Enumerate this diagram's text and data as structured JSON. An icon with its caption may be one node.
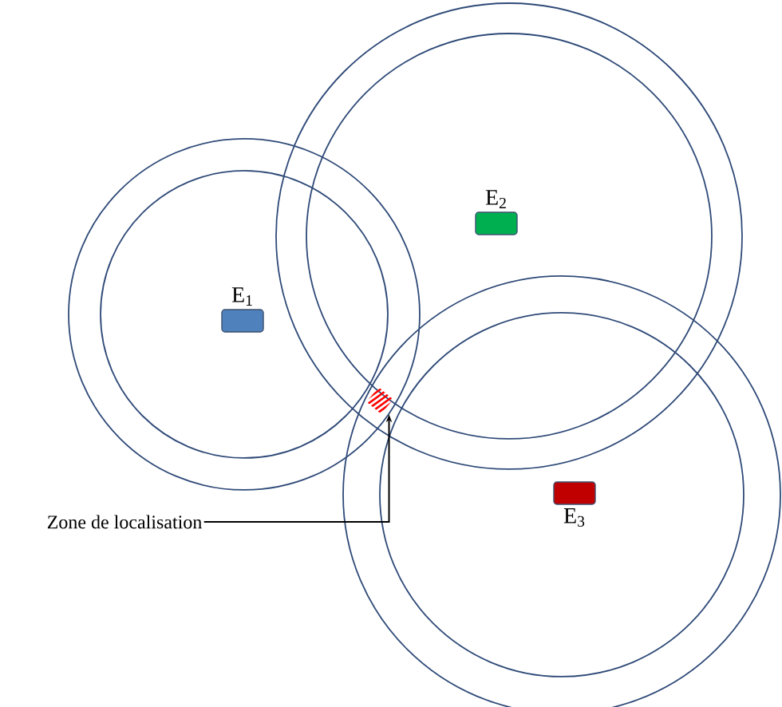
{
  "diagram": {
    "nodes": [
      {
        "text": [
          "E$_{1}$"
        ]
      },
      {
        "text": [
          "E$_{2}$"
        ]
      },
      {
        "text": [
          "E$_{3}$"
        ]
      },
      {
        "text": [],
        "shape": "diamond"
      },
      {
        "text": [
          "Zone de localisation"
        ]
      }
    ],
    "edges": [
      {
        "from": 4,
        "to": 3,
        "arrow": "to"
      }
    ]
  }
}
